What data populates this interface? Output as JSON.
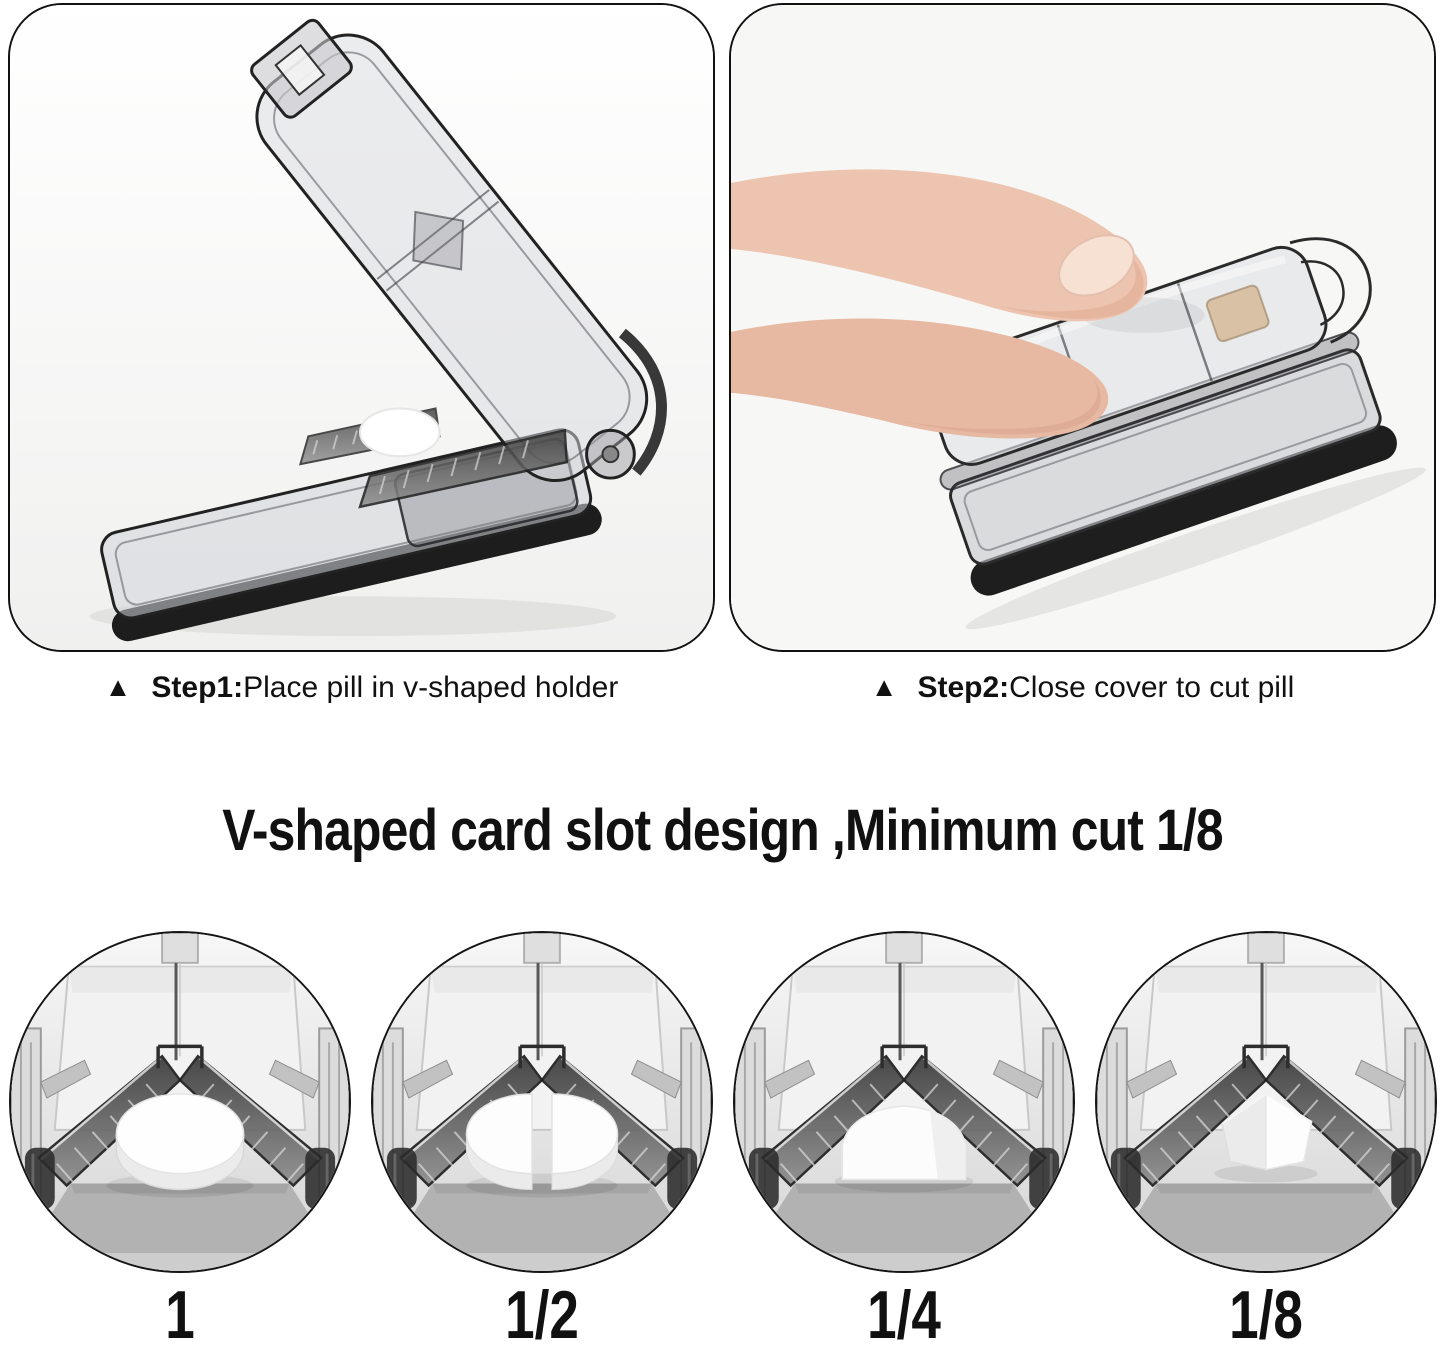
{
  "heading": "V-shaped card slot design ,Minimum cut 1/8",
  "steps": [
    {
      "marker": "▲",
      "label": "Step1:",
      "text": "Place pill in v-shaped holder",
      "photo": "open-pill-cutter"
    },
    {
      "marker": "▲",
      "label": "Step2:",
      "text": "Close cover to cut pill",
      "photo": "finger-pressing-closed-pill-cutter"
    }
  ],
  "cuts": {
    "items": [
      {
        "label": "1",
        "pill": "whole-pill"
      },
      {
        "label": "1/2",
        "pill": "half-pill"
      },
      {
        "label": "1/4",
        "pill": "quarter-pill"
      },
      {
        "label": "1/8",
        "pill": "eighth-pill"
      }
    ]
  },
  "colors": {
    "background": "#ffffff",
    "outline": "#111111",
    "plastic_dark": "#3a3a3a",
    "pill": "#ffffff",
    "skin": "#edc4af"
  }
}
